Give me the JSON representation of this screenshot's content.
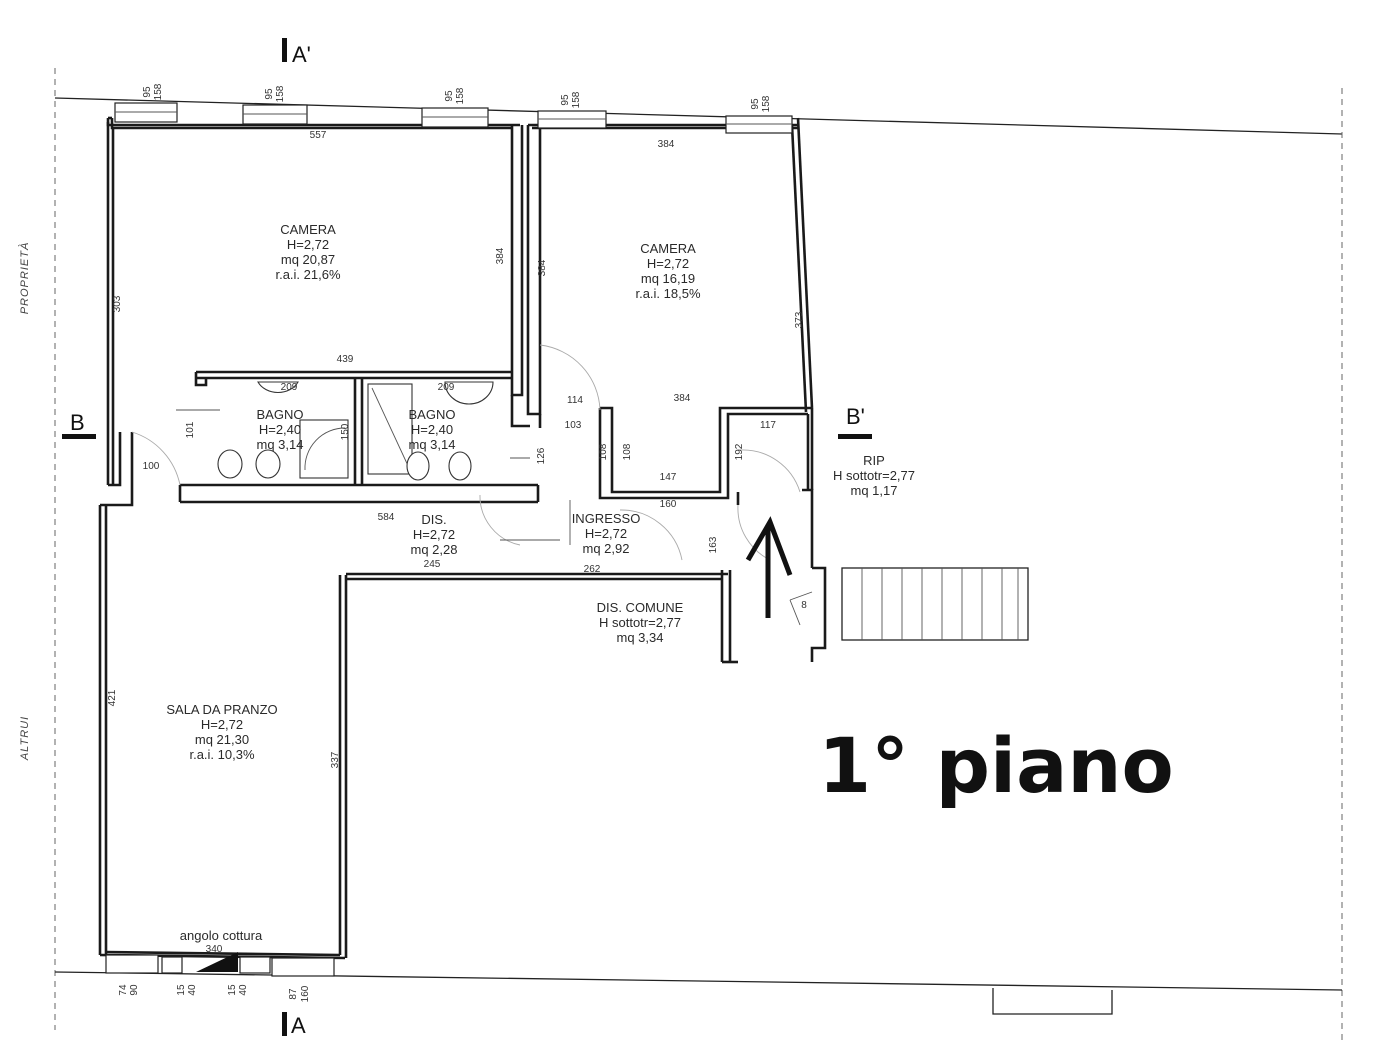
{
  "floor_label": "1° piano",
  "section_marks": {
    "a_top": "A'",
    "a_bottom": "A",
    "b_left": "B",
    "b_right": "B'"
  },
  "side_labels": {
    "top": "PROPRIETÀ",
    "bottom": "ALTRUI"
  },
  "rooms": {
    "camera1": {
      "name": "CAMERA",
      "h": "H=2,72",
      "mq": "mq 20,87",
      "rai": "r.a.i. 21,6%"
    },
    "camera2": {
      "name": "CAMERA",
      "h": "H=2,72",
      "mq": "mq 16,19",
      "rai": "r.a.i. 18,5%"
    },
    "bagno1": {
      "name": "BAGNO",
      "h": "H=2,40",
      "mq": "mq 3,14"
    },
    "bagno2": {
      "name": "BAGNO",
      "h": "H=2,40",
      "mq": "mq 3,14"
    },
    "dis": {
      "name": "DIS.",
      "h": "H=2,72",
      "mq": "mq 2,28"
    },
    "ingresso": {
      "name": "INGRESSO",
      "h": "H=2,72",
      "mq": "mq 2,92"
    },
    "rip": {
      "name": "RIP",
      "h": "H sottotr=2,77",
      "mq": "mq 1,17"
    },
    "dis_comune": {
      "name": "DIS. COMUNE",
      "h": "H sottotr=2,77",
      "mq": "mq 3,34"
    },
    "sala": {
      "name": "SALA DA PRANZO",
      "h": "H=2,72",
      "mq": "mq 21,30",
      "rai": "r.a.i. 10,3%"
    },
    "cottura": {
      "name": "angolo cottura"
    }
  },
  "dims": {
    "d557": "557",
    "d384a": "384",
    "d384b": "384",
    "d384c": "384",
    "d384d": "384",
    "d373": "373",
    "d303": "303",
    "d439": "439",
    "d209a": "209",
    "d209b": "209",
    "d114": "114",
    "d103": "103",
    "d101": "101",
    "d100": "100",
    "d150": "150",
    "d126": "126",
    "d108a": "108",
    "d108b": "108",
    "d147": "147",
    "d160": "160",
    "d117": "117",
    "d192": "192",
    "d584": "584",
    "d245": "245",
    "d262": "262",
    "d163": "163",
    "d421": "421",
    "d337": "337",
    "d340": "340",
    "d8": "8",
    "w1a": "95",
    "w1b": "158",
    "w2a": "95",
    "w2b": "158",
    "w3a": "95",
    "w3b": "158",
    "w4a": "95",
    "w4b": "158",
    "w5a": "95",
    "w5b": "158",
    "b1a": "74",
    "b1b": "90",
    "b2a": "15",
    "b2b": "40",
    "b3a": "15",
    "b3b": "40",
    "b4a": "87",
    "b4b": "160"
  }
}
